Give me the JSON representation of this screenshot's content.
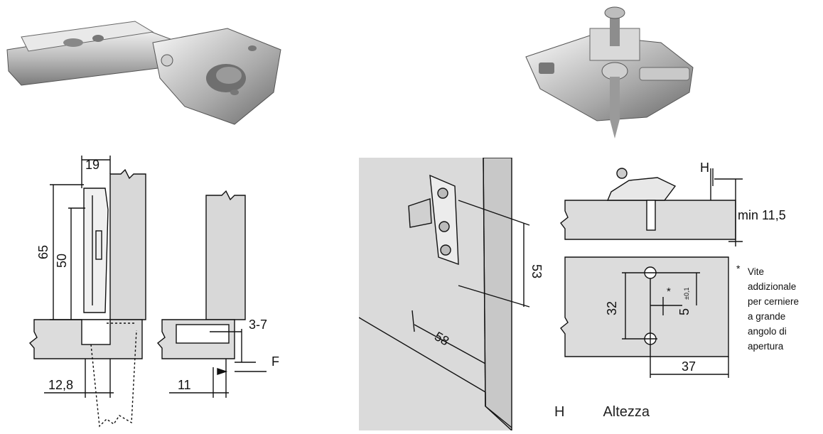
{
  "hinge_drawing": {
    "dimensions": {
      "top_width": "19",
      "height_outer": "65",
      "height_inner": "50",
      "boring_offset": "12,8",
      "overlay_range": "3-7",
      "marker_f": "F",
      "edge_distance": "11"
    }
  },
  "mounting_drawing": {
    "dimensions": {
      "plate_height": "53",
      "depth": "58",
      "marker_h": "H",
      "min_thickness": "min 11,5",
      "hole_spacing": "32",
      "offset": "5",
      "offset_tolerance": "±0,1",
      "asterisk": "*",
      "front_distance": "37"
    },
    "note": {
      "marker": "*",
      "lines": [
        "Vite",
        "addizionale",
        "per cerniere",
        "a grande",
        "angolo di",
        "apertura"
      ]
    },
    "legend": {
      "symbol": "H",
      "label": "Altezza"
    }
  },
  "colors": {
    "panel_fill": "#dcdcdc",
    "side_fill": "#c9c9c9",
    "line": "#111111",
    "metal_light": "#e6e6e6",
    "metal_dark": "#8a8a8a"
  }
}
